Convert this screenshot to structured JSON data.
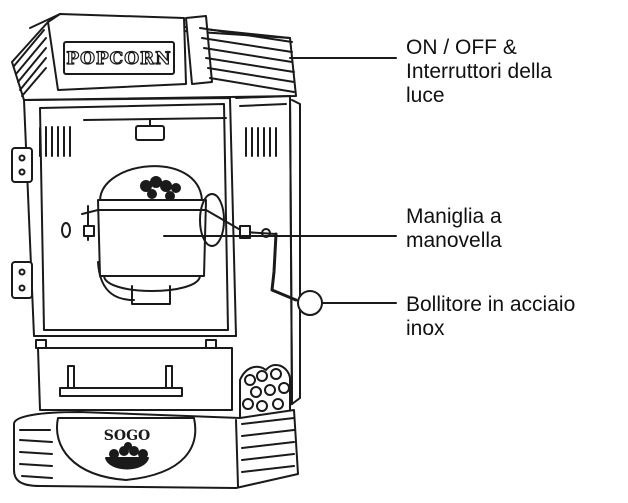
{
  "diagram": {
    "machine_label": "POPCORN",
    "brand_label": "SOGO",
    "colors": {
      "stroke": "#1a1a1a",
      "background": "#ffffff",
      "light": "#f3f3f3"
    },
    "callouts": [
      {
        "id": "switches",
        "text": "ON / OFF &\nInterruttori della\nluce"
      },
      {
        "id": "crank",
        "text": "Maniglia a\nmanovella"
      },
      {
        "id": "kettle",
        "text": "Bollitore in acciaio\ninox"
      }
    ]
  }
}
